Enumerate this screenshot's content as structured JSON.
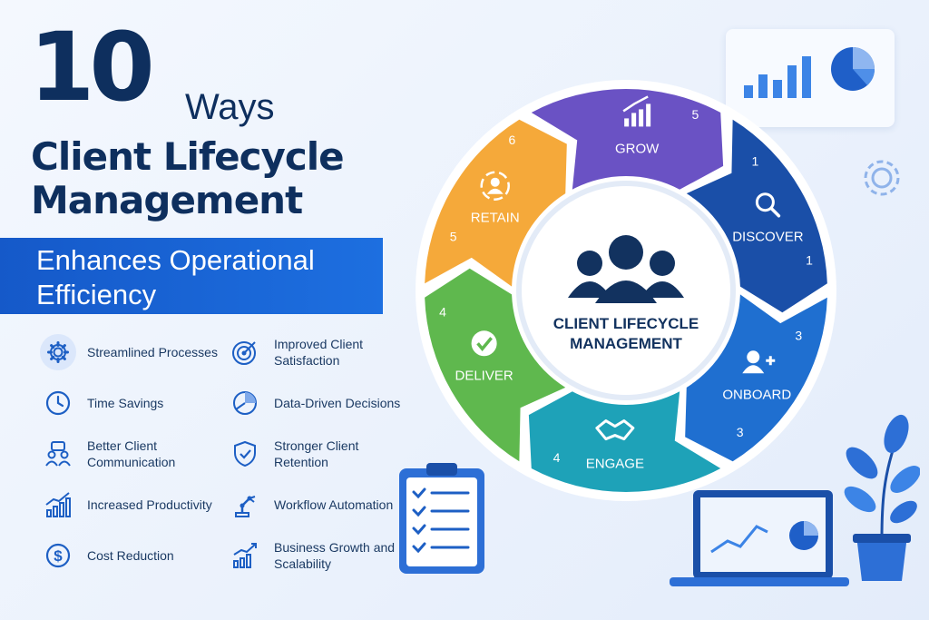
{
  "title": {
    "number": "10",
    "ways": "Ways",
    "line1": "Client Lifecycle",
    "line2": "Management",
    "banner": "Enhances Operational Efficiency"
  },
  "benefits_left": [
    {
      "icon": "gear-icon",
      "label": "Streamlined Processes"
    },
    {
      "icon": "clock-icon",
      "label": "Time Savings"
    },
    {
      "icon": "people-icon",
      "label": "Better Client Communication"
    },
    {
      "icon": "bar-chart-icon",
      "label": "Increased Productivity"
    },
    {
      "icon": "dollar-icon",
      "label": "Cost Reduction"
    }
  ],
  "benefits_right": [
    {
      "icon": "target-icon",
      "label": "Improved Client Satisfaction"
    },
    {
      "icon": "pie-chart-icon",
      "label": "Data-Driven Decisions"
    },
    {
      "icon": "shield-check-icon",
      "label": "Stronger Client Retention"
    },
    {
      "icon": "robot-arm-icon",
      "label": "Workflow Automation"
    },
    {
      "icon": "growth-chart-icon",
      "label": "Business Growth and Scalability"
    }
  ],
  "wheel": {
    "center_line1": "CLIENT LIFECYCLE",
    "center_line2": "MANAGEMENT",
    "segments": [
      {
        "label": "DISCOVER",
        "color": "#1a4fa8",
        "icon": "magnifier-icon",
        "num_a": "1",
        "num_b": "1"
      },
      {
        "label": "ONBOARD",
        "color": "#1f6fd0",
        "icon": "add-user-icon",
        "num_a": "3",
        "num_b": "3"
      },
      {
        "label": "ENGAGE",
        "color": "#1ea2b8",
        "icon": "handshake-icon",
        "num_a": "4",
        "num_b": ""
      },
      {
        "label": "DELIVER",
        "color": "#5fb84e",
        "icon": "check-icon",
        "num_a": "4",
        "num_b": ""
      },
      {
        "label": "RETAIN",
        "color": "#f5a93a",
        "icon": "retain-user-icon",
        "num_a": "6",
        "num_b": "5"
      },
      {
        "label": "GROW",
        "color": "#6a52c4",
        "icon": "growth-bars-icon",
        "num_a": "5",
        "num_b": ""
      }
    ]
  },
  "colors": {
    "navy": "#0e2f5e",
    "accent": "#1d6fe0"
  }
}
